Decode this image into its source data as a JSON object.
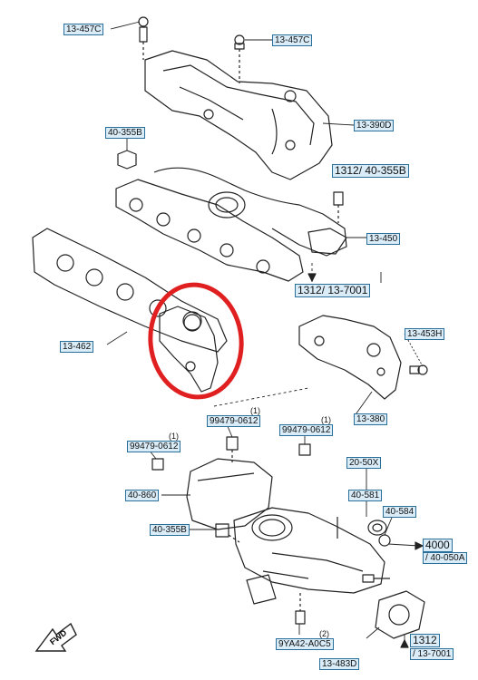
{
  "labels": {
    "l13_457C_a": "13-457C",
    "l13_457C_b": "13-457C",
    "l13_390D": "13-390D",
    "l40_355B_a": "40-355B",
    "l1312_40_355B": "1312/ 40-355B",
    "l13_450": "13-450",
    "l1312_13_7001_a": "1312/ 13-7001",
    "l13_462": "13-462",
    "l13_453H": "13-453H",
    "l13_380": "13-380",
    "l99479_a": "99479-0612",
    "l99479_b": "99479-0612",
    "l99479_c": "99479-0612",
    "l20_50X": "20-50X",
    "l40_581": "40-581",
    "l40_584": "40-584",
    "l40_860": "40-860",
    "l40_355B_b": "40-355B",
    "l4000": "4000",
    "l40_050A": "/ 40-050A",
    "l9YA42": "9YA42-A0C5",
    "l1312_b": "1312",
    "l13_7001_b": "/ 13-7001",
    "l13_483D": "13-483D"
  },
  "quantities": {
    "q1_a": "(1)",
    "q1_b": "(1)",
    "q1_c": "(1)",
    "q2": "(2)"
  },
  "fwd_text": "FWD",
  "colors": {
    "highlight_circle": "#e02020",
    "label_fill": "#d9ecf7",
    "label_border": "#2a6f99",
    "line_art": "#222222"
  }
}
